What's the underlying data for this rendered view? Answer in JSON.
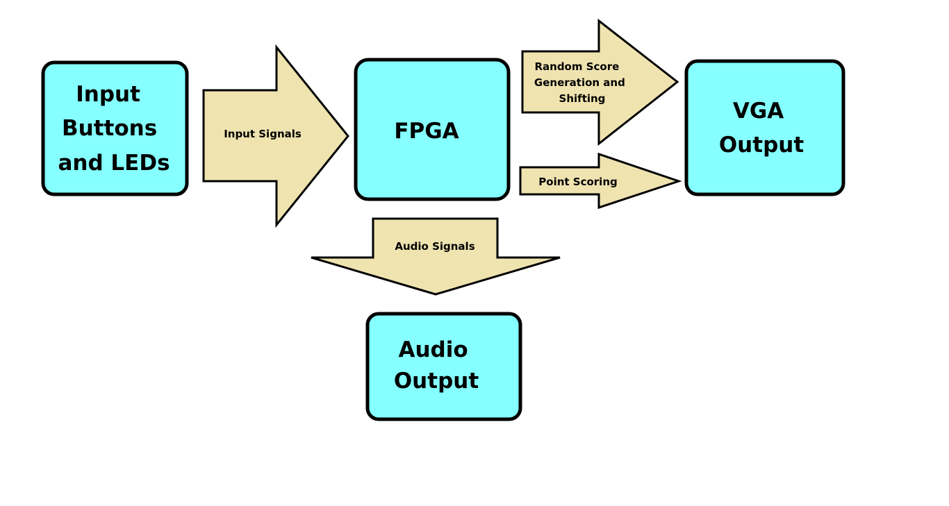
{
  "colors": {
    "box_fill": "#85ffff",
    "arrow_fill": "#efe3b0",
    "outline": "#000000",
    "background": "#ffffff"
  },
  "boxes": {
    "input": {
      "line1": "Input",
      "line2": "Buttons",
      "line3": "and LEDs"
    },
    "fpga": {
      "line1": "FPGA"
    },
    "vga": {
      "line1": "VGA",
      "line2": "Output"
    },
    "audio": {
      "line1": "Audio",
      "line2": "Output"
    }
  },
  "arrows": {
    "input_signals": {
      "line1": "Input Signals"
    },
    "random_score": {
      "line1": "Random Score",
      "line2": "Generation and",
      "line3": "Shifting"
    },
    "point_scoring": {
      "line1": "Point Scoring"
    },
    "audio_signals": {
      "line1": "Audio Signals"
    }
  }
}
